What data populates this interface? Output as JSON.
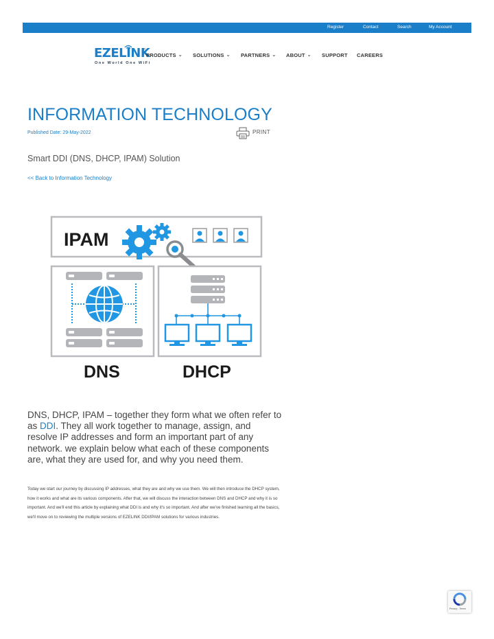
{
  "topbar": {
    "links": [
      "Register",
      "Contact",
      "Search",
      "My Account"
    ]
  },
  "logo": {
    "brand": "EZELINK",
    "tagline": "One World One WiFi",
    "tm": "™"
  },
  "nav": {
    "items": [
      {
        "label": "PRODUCTS",
        "dropdown": true
      },
      {
        "label": "SOLUTIONS",
        "dropdown": true
      },
      {
        "label": "PARTNERS",
        "dropdown": true
      },
      {
        "label": "ABOUT",
        "dropdown": true
      },
      {
        "label": "SUPPORT",
        "dropdown": false
      },
      {
        "label": "CAREERS",
        "dropdown": false
      }
    ]
  },
  "article": {
    "category_title": "INFORMATION TECHNOLOGY",
    "published": "Published Date: 29-May-2022",
    "print_label": "PRINT",
    "subtitle": "Smart DDI (DNS, DHCP, IPAM) Solution",
    "back_link": "<< Back to Information Technology",
    "figure": {
      "ipam_label": "IPAM",
      "dns_label": "DNS",
      "dhcp_label": "DHCP"
    },
    "lead_before": "DNS, DHCP, IPAM – together they form what we often refer to as ",
    "lead_link": "DDI",
    "lead_after": ". They all work together to manage, assign, and resolve IP addresses and form an important part of any network. we explain below what each of these components are, what they are used for, and why you need them.",
    "body": "Today we start our journey by discussing IP addresses, what they are and why we use them. We will then introduce the DHCP system, how it works and what are its various components. After that, we will discuss the interaction between DNS and DHCP and why it is so important. And we'll end this article by explaining what DDI is and why it's so important. And after we've finished learning all the basics, we'll move on to reviewing the multiple versions of EZELINK DDI/IPAM solutions for various industries."
  },
  "recaptcha": {
    "text": "Privacy - Terms"
  },
  "colors": {
    "accent": "#1a7ec8",
    "gear": "#2196e3",
    "server": "#b3b5b8",
    "figure_border": "#b9bbbe"
  }
}
